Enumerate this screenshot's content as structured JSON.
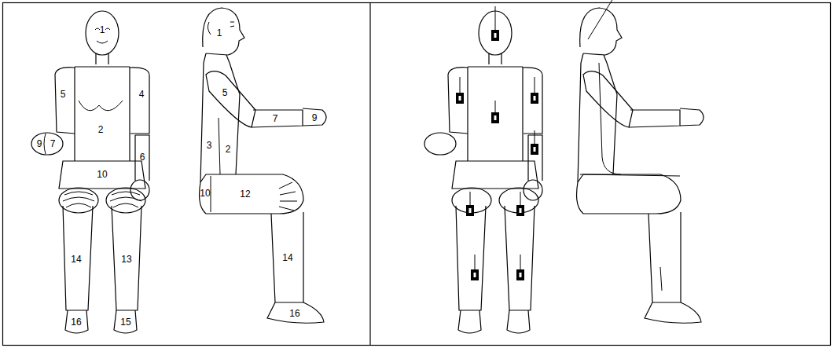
{
  "diagram": {
    "labels": [
      "1",
      "5",
      "4",
      "9",
      "7",
      "2",
      "6",
      "10",
      "14",
      "13",
      "16",
      "15",
      "1",
      "5",
      "3",
      "2",
      "7",
      "9",
      "10",
      "12",
      "14",
      "16"
    ]
  }
}
